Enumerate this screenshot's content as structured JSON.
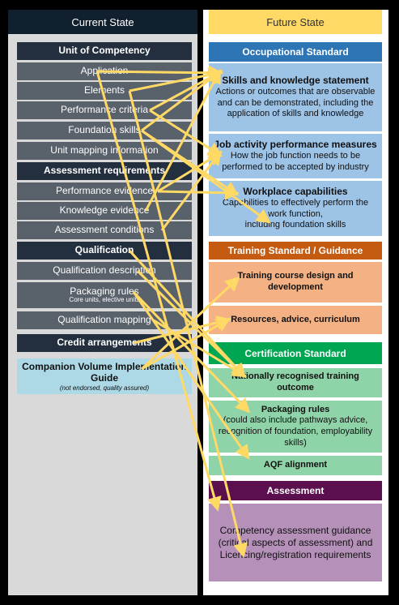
{
  "header": {
    "current": "Current State",
    "future": "Future State"
  },
  "left": {
    "unit_of_competency": "Unit of Competency",
    "application": "Application",
    "elements": "Elements",
    "performance_criteria": "Performance criteria",
    "foundation_skills": "Foundation skills",
    "unit_mapping": "Unit mapping information",
    "assessment_requirements": "Assessment requirements",
    "performance_evidence": "Performance evidence",
    "knowledge_evidence": "Knowledge evidence",
    "assessment_conditions": "Assessment conditions",
    "qualification": "Qualification",
    "qualification_description": "Qualification description",
    "packaging_rules": "Packaging rules",
    "packaging_rules_sub": "Core units, elective units",
    "qualification_mapping": "Qualification mapping",
    "credit_arrangements": "Credit arrangements",
    "companion_title": "Companion Volume Implementation Guide",
    "companion_note": "(not endorsed, quality assured)"
  },
  "right": {
    "occupational_standard": "Occupational Standard",
    "skills_title": "Skills and knowledge statement",
    "skills_desc": "Actions or outcomes that are observable and can be demonstrated, including the application of skills and knowledge",
    "job_title": "Job activity performance measures",
    "job_desc": "How the job function needs to be performed to be accepted by industry",
    "workplace_title": "Workplace capabilities",
    "workplace_desc1": "Capabilities to effectively perform the work function,",
    "workplace_desc2": "including foundation skills",
    "training_standard": "Training Standard / Guidance",
    "training_course": "Training course design and development",
    "resources": "Resources, advice, curriculum",
    "certification_standard": "Certification Standard",
    "nationally_recognised": "Nationally recognised training outcome",
    "packaging_title": "Packaging rules",
    "packaging_desc": "(could also include pathways advice, recognition of foundation, employability skills)",
    "aqf": "AQF alignment",
    "assessment": "Assessment",
    "competency_guidance": "Competency assessment guidance",
    "critical_aspects": "(critical aspects of assessment) and",
    "licencing": "Licencing/registration requirements"
  },
  "colors": {
    "header_left": "#11202e",
    "header_right": "#ffd966",
    "occupational": "#2e75b6",
    "occupational_box": "#9dc3e6",
    "training": "#c55a11",
    "training_box": "#f4b183",
    "certification": "#00a651",
    "certification_box": "#8fd3a8",
    "assessment": "#5b0f4e",
    "assessment_box": "#b591b9",
    "arrow": "#ffd966"
  },
  "connections": [
    [
      "application",
      "skills"
    ],
    [
      "elements",
      "skills"
    ],
    [
      "performance_criteria",
      "skills"
    ],
    [
      "performance_criteria",
      "job"
    ],
    [
      "foundation_skills",
      "skills"
    ],
    [
      "foundation_skills",
      "workplace"
    ],
    [
      "foundation_skills",
      "workplace_foundation"
    ],
    [
      "performance_evidence",
      "job"
    ],
    [
      "performance_evidence",
      "workplace"
    ],
    [
      "knowledge_evidence",
      "skills"
    ],
    [
      "assessment_conditions",
      "job"
    ],
    [
      "application",
      "competency"
    ],
    [
      "elements",
      "licencing"
    ],
    [
      "qualification",
      "national"
    ],
    [
      "qualification_description",
      "national"
    ],
    [
      "packaging_rules",
      "packaging"
    ],
    [
      "packaging_rules",
      "aqf"
    ],
    [
      "qualification_mapping",
      "national"
    ],
    [
      "credit_arrangements",
      "resources"
    ],
    [
      "companion",
      "training_course"
    ],
    [
      "companion",
      "resources"
    ]
  ]
}
